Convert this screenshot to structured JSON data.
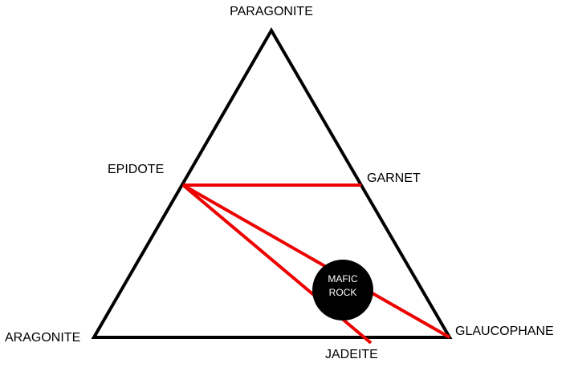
{
  "diagram": {
    "vertices": {
      "top": "PARAGONITE",
      "bottom_left": "ARAGONITE",
      "bottom_right": "GLAUCOPHANE"
    },
    "side_points": {
      "left_side": "EPIDOTE",
      "right_side": "GARNET",
      "bottom_side": "JADEITE"
    },
    "rock": {
      "line1": "MAFIC",
      "line2": "ROCK"
    },
    "colors": {
      "outline": "#000000",
      "tie_lines": "#ee0000",
      "rock_fill": "#000000",
      "rock_text": "#ffffff"
    }
  }
}
